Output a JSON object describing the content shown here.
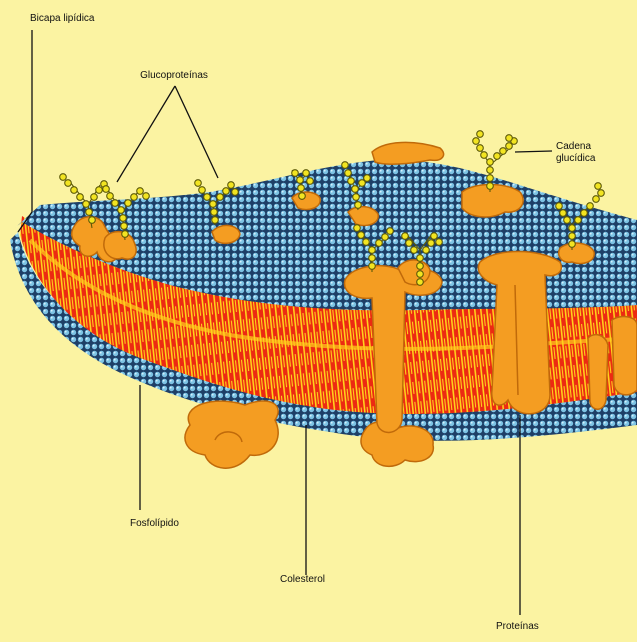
{
  "labels": {
    "bilayer": "Bicapa lipídica",
    "glycoproteins": "Glucoproteínas",
    "glycan_chain_line1": "Cadena",
    "glycan_chain_line2": "glucídica",
    "phospholipid": "Fosfolípido",
    "cholesterol": "Colesterol",
    "proteins": "Proteínas"
  },
  "colors": {
    "background": "#fbf3a2",
    "head_dark": "#1e3f67",
    "head_light": "#7dc3e4",
    "tail_red": "#ec2a12",
    "tail_yellow": "#ffd21c",
    "protein": "#f49d22",
    "protein_edge": "#c06a0a",
    "sugar": "#f2e421",
    "sugar_edge": "#5d5a08"
  }
}
